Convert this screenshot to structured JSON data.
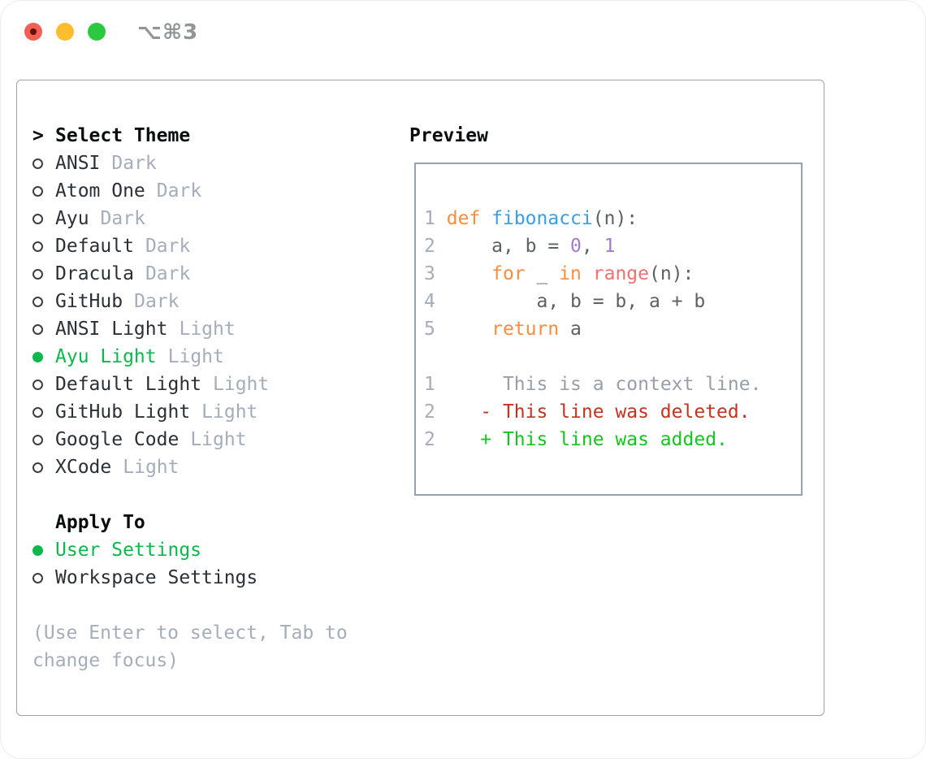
{
  "titlebar": {
    "title": "⌥⌘3",
    "traffic_lights": [
      "close",
      "minimize",
      "zoom"
    ]
  },
  "palette": {
    "frame_border": "#98a1ac",
    "traffic_red": "#f35f53",
    "traffic_yellow": "#fdbd2f",
    "traffic_green": "#2bc840",
    "title_gray": "#919499",
    "header_black": "#0a0c0e",
    "item_text": "#2b3036",
    "muted": "#a5adba",
    "selection_green": "#0cb84c",
    "ln": "#a5adba",
    "t": "#5c6166",
    "kw": "#fa8d3e",
    "fn": "#399ee6",
    "num": "#a37acc",
    "coral": "#f0716f",
    "ctx": "#999fa9",
    "del": "#c5331f",
    "add": "#16c41f"
  },
  "theme_panel": {
    "marker": ">",
    "header": "Select Theme",
    "items": [
      {
        "name": "ANSI",
        "variant": "Dark",
        "selected": false
      },
      {
        "name": "Atom One",
        "variant": "Dark",
        "selected": false
      },
      {
        "name": "Ayu",
        "variant": "Dark",
        "selected": false
      },
      {
        "name": "Default",
        "variant": "Dark",
        "selected": false
      },
      {
        "name": "Dracula",
        "variant": "Dark",
        "selected": false
      },
      {
        "name": "GitHub",
        "variant": "Dark",
        "selected": false
      },
      {
        "name": "ANSI Light",
        "variant": "Light",
        "selected": false
      },
      {
        "name": "Ayu Light",
        "variant": "Light",
        "selected": true
      },
      {
        "name": "Default Light",
        "variant": "Light",
        "selected": false
      },
      {
        "name": "GitHub Light",
        "variant": "Light",
        "selected": false
      },
      {
        "name": "Google Code",
        "variant": "Light",
        "selected": false
      },
      {
        "name": "XCode",
        "variant": "Light",
        "selected": false
      }
    ]
  },
  "apply_panel": {
    "header": "Apply To",
    "items": [
      {
        "name": "User Settings",
        "selected": true
      },
      {
        "name": "Workspace Settings",
        "selected": false
      }
    ]
  },
  "help": {
    "line1": "(Use Enter to select, Tab to",
    "line2": "change focus)"
  },
  "preview": {
    "header": "Preview",
    "lines": [
      [
        {
          "t": "1",
          "c": "ln"
        },
        {
          "t": " ",
          "c": "t"
        },
        {
          "t": "def",
          "c": "kw"
        },
        {
          "t": " ",
          "c": "t"
        },
        {
          "t": "fibonacci",
          "c": "fn"
        },
        {
          "t": "(n):",
          "c": "t"
        }
      ],
      [
        {
          "t": "2",
          "c": "ln"
        },
        {
          "t": "     ",
          "c": "t"
        },
        {
          "t": "a, b = ",
          "c": "t"
        },
        {
          "t": "0",
          "c": "num"
        },
        {
          "t": ", ",
          "c": "t"
        },
        {
          "t": "1",
          "c": "num"
        }
      ],
      [
        {
          "t": "3",
          "c": "ln"
        },
        {
          "t": "     ",
          "c": "t"
        },
        {
          "t": "for",
          "c": "kw"
        },
        {
          "t": " _ ",
          "c": "t"
        },
        {
          "t": "in",
          "c": "kw"
        },
        {
          "t": " ",
          "c": "t"
        },
        {
          "t": "range",
          "c": "coral"
        },
        {
          "t": "(n):",
          "c": "t"
        }
      ],
      [
        {
          "t": "4",
          "c": "ln"
        },
        {
          "t": "         ",
          "c": "t"
        },
        {
          "t": "a, b = b, a + b",
          "c": "t"
        }
      ],
      [
        {
          "t": "5",
          "c": "ln"
        },
        {
          "t": "     ",
          "c": "t"
        },
        {
          "t": "return",
          "c": "kw"
        },
        {
          "t": " a",
          "c": "t"
        }
      ],
      [
        {
          "t": "",
          "c": "t"
        }
      ],
      [
        {
          "t": "1",
          "c": "ln"
        },
        {
          "t": "      ",
          "c": "t"
        },
        {
          "t": "This is a context line.",
          "c": "ctx"
        }
      ],
      [
        {
          "t": "2",
          "c": "ln"
        },
        {
          "t": "    ",
          "c": "t"
        },
        {
          "t": "- This line was deleted.",
          "c": "del"
        }
      ],
      [
        {
          "t": "2",
          "c": "ln"
        },
        {
          "t": "    ",
          "c": "t"
        },
        {
          "t": "+ This line was added.",
          "c": "add"
        }
      ]
    ]
  }
}
